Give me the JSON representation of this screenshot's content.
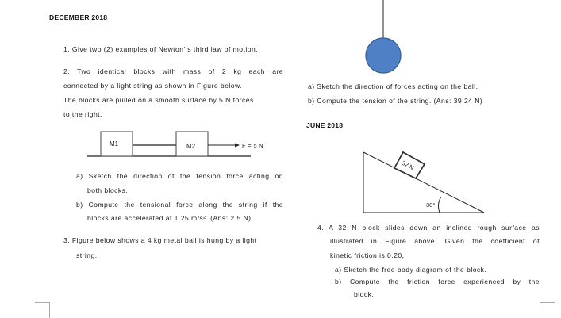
{
  "left": {
    "heading": "DECEMBER 2018",
    "q1": "1.  Give two (2) examples of Newton’  s third law of motion.",
    "q2_lines": [
      "2.  Two  identical  blocks  with  mass  of  2  kg  each  are",
      "connected by a light string as shown in Figure below.",
      "The blocks are pulled on a smooth surface by 5 N forces",
      "to the right."
    ],
    "fig": {
      "m1": "M1",
      "m2": "M2",
      "force": "F = 5 N"
    },
    "q2a": [
      "a)  Sketch  the  direction  of  the  tension  force  acting  on",
      "both blocks."
    ],
    "q2b": [
      "b)  Compute  the  tensional  force  along  the  string  if  the",
      "blocks are accelerated at 1.25 m/s². (Ans: 2.5 N)"
    ],
    "q3": [
      "3.  Figure below shows a 4 kg metal ball is hung by a light",
      "string."
    ]
  },
  "right": {
    "ball_color": "#4f7fc4",
    "qa": "a)  Sketch the direction of forces acting on the ball.",
    "qb": "b)  Compute the tension of the string. (Ans: 39.24 N)",
    "heading": "JUNE 2018",
    "fig": {
      "block": "32 N",
      "angle": "30°"
    },
    "q4": [
      "4.  A 32 N block slides down an inclined rough surface as",
      "illustrated  in  Figure  above.  Given  the  coefficient  of",
      "kinetic friction is 0.20,"
    ],
    "q4a": "a)  Sketch the free body diagram of the block.",
    "q4b": "b)  Compute  the  friction  force  experienced  by  the",
    "q4b2": "block."
  }
}
